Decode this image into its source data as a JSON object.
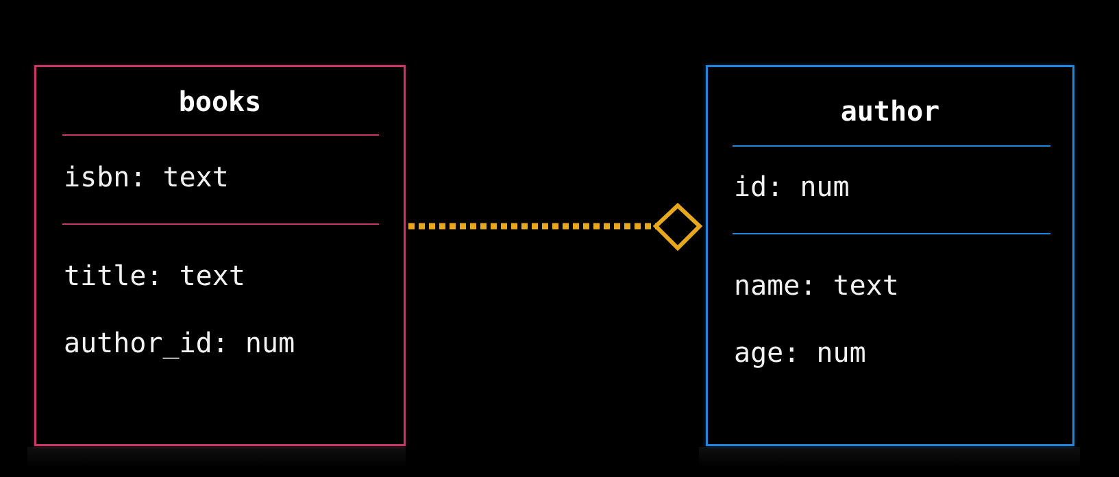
{
  "colors": {
    "background": "#000000",
    "books_border": "#c8366a",
    "author_border": "#1f86e0",
    "relationship": "#e8a81e",
    "text": "#f2f2f2"
  },
  "books": {
    "title": "books",
    "primary_key": "isbn: text",
    "fields": [
      "title: text",
      "author_id: num"
    ]
  },
  "author": {
    "title": "author",
    "primary_key": "id: num",
    "fields": [
      "name: text",
      "age: num"
    ]
  },
  "relationship": {
    "line_style": "dotted",
    "end_marker": "diamond"
  }
}
